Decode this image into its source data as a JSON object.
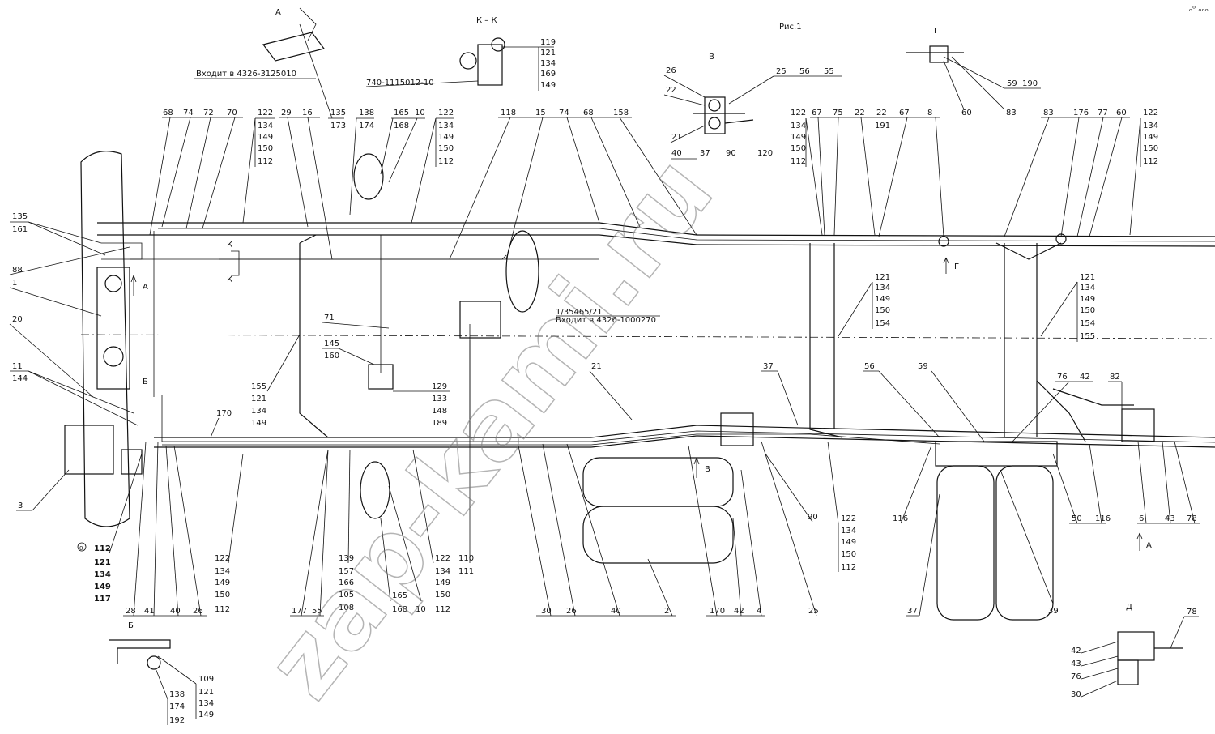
{
  "figure": {
    "title": "Рис.1",
    "corner_mark": "ₒᵒ ₒₒₒ"
  },
  "views": {
    "A": "А",
    "KK": "К – К",
    "V": "В",
    "G": "Г",
    "B": "Б",
    "D": "Д",
    "K_marker": "К",
    "A_marker": "А",
    "B_marker": "Б",
    "V_marker": "В",
    "G_marker": "Г"
  },
  "notes": {
    "enters_a": "Входит в 4326-3125010",
    "part_kk": "740-1115012-10",
    "part_1": "1/35465/21",
    "enters_b": "Входит в 4326-1000270"
  },
  "watermark": "zap-kami.ru",
  "callouts": {
    "top": [
      "68",
      "74",
      "72",
      "70",
      "122",
      "29",
      "16",
      "135",
      "138",
      "165",
      "10",
      "122",
      "118",
      "15",
      "74",
      "68",
      "158"
    ],
    "top_stacks": {
      "s135": [
        "135",
        "173"
      ],
      "s138": [
        "138",
        "174"
      ],
      "s165": [
        "165",
        "168"
      ],
      "s122a": [
        "122",
        "134",
        "149",
        "150",
        "112"
      ],
      "s122b": [
        "122",
        "134",
        "149",
        "150",
        "112"
      ],
      "s122c": [
        "122",
        "134",
        "149",
        "150",
        "112"
      ],
      "s122d": [
        "122",
        "134",
        "149",
        "150",
        "112"
      ],
      "kk": [
        "119",
        "121",
        "134",
        "169",
        "149"
      ]
    },
    "view_v": [
      "26",
      "25",
      "56",
      "55",
      "22",
      "21",
      "40",
      "37",
      "90",
      "120"
    ],
    "view_g": [
      "59",
      "190",
      "60",
      "83"
    ],
    "right_top": [
      "67",
      "75",
      "22",
      "22",
      "191",
      "67",
      "8",
      "83",
      "176",
      "77",
      "60"
    ],
    "left": [
      "135",
      "161",
      "88",
      "1",
      "20",
      "11",
      "144",
      "3"
    ],
    "mid": [
      "71",
      "145",
      "160",
      "155",
      "121",
      "134",
      "149",
      "129",
      "133",
      "148",
      "189",
      "21",
      "37",
      "56",
      "59",
      "76",
      "42",
      "82",
      "170"
    ],
    "stack_121a": [
      "121",
      "134",
      "149",
      "150",
      "154"
    ],
    "stack_121b": [
      "121",
      "134",
      "149",
      "150",
      "154",
      "155"
    ],
    "stack_O": [
      "112",
      "121",
      "134",
      "149",
      "117"
    ],
    "bottom": [
      "28",
      "41",
      "40",
      "26",
      "122",
      "134",
      "149",
      "150",
      "112",
      "177",
      "55",
      "139",
      "157",
      "166",
      "105",
      "108",
      "165",
      "168",
      "10",
      "122",
      "134",
      "149",
      "150",
      "112",
      "110",
      "111",
      "30",
      "26",
      "40",
      "2",
      "170",
      "42",
      "4",
      "25",
      "90",
      "122",
      "134",
      "149",
      "150",
      "112",
      "116",
      "37",
      "39",
      "50",
      "116",
      "6",
      "43",
      "78"
    ],
    "view_b": [
      "109",
      "121",
      "134",
      "149",
      "138",
      "174",
      "192"
    ],
    "view_d": [
      "42",
      "43",
      "76",
      "30",
      "78"
    ],
    "circle_O": "0"
  }
}
